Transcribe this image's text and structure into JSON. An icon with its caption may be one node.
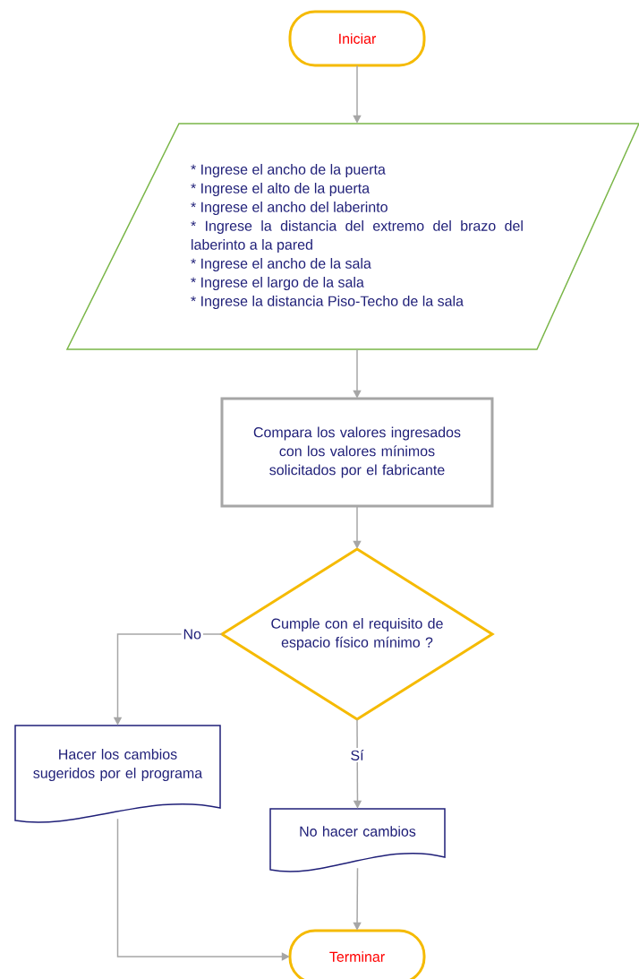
{
  "diagram": {
    "nodes": [
      {
        "text": [
          "Iniciar"
        ]
      },
      {
        "text": [
          "* Ingrese el ancho de la puerta",
          "* Ingrese el alto de la puerta",
          "* Ingrese el ancho del laberinto",
          "* Ingrese la distancia del extremo del brazo del laberinto a la pared",
          "* Ingrese el ancho de la sala",
          "* Ingrese el largo de la sala",
          "* Ingrese la distancia Piso-Techo de la sala"
        ]
      },
      {
        "text": [
          "Compara los valores ingresados con los valores mínimos solicitados por el fabricante"
        ]
      },
      {
        "text": [
          "Cumple con el requisito de espacio físico mínimo ?"
        ]
      },
      {
        "text": [
          "Hacer los cambios sugeridos por el programa"
        ]
      },
      {
        "text": [
          "No hacer cambios"
        ]
      },
      {
        "text": [
          "Terminar"
        ]
      }
    ],
    "edges": [
      {
        "from": 0,
        "to": 1,
        "arrow": "to"
      },
      {
        "from": 1,
        "to": 2,
        "arrow": "to"
      },
      {
        "from": 2,
        "to": 3,
        "arrow": "to"
      },
      {
        "from": 3,
        "to": 4,
        "arrow": "to",
        "label": "No"
      },
      {
        "from": 3,
        "to": 5,
        "arrow": "to",
        "label": "Sí"
      },
      {
        "from": 4,
        "to": 6,
        "arrow": "to"
      },
      {
        "from": 5,
        "to": 6,
        "arrow": "to"
      }
    ]
  }
}
